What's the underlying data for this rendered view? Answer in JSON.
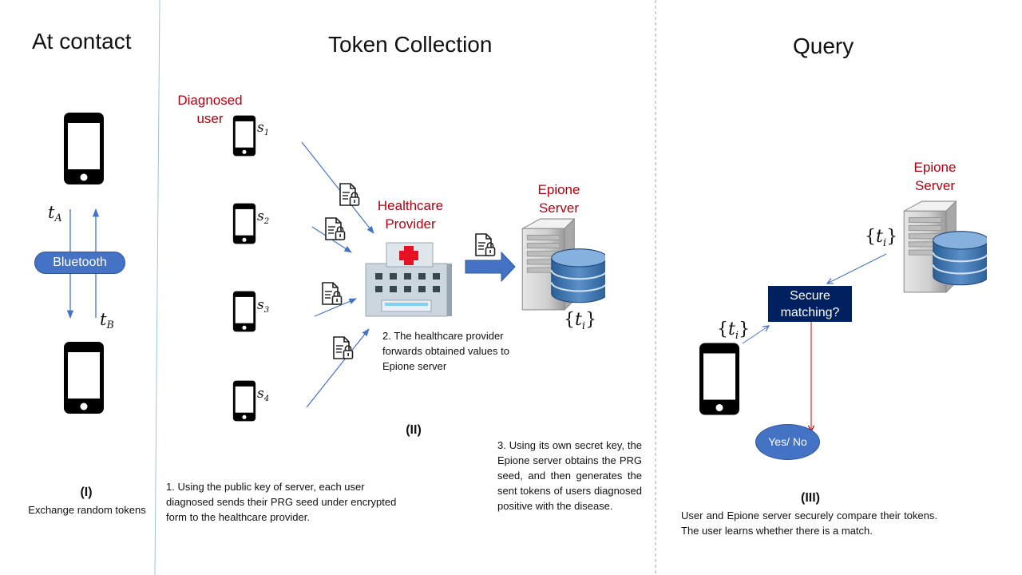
{
  "sections": {
    "contact": {
      "title": "At contact",
      "bluetooth": "Bluetooth",
      "token_a": {
        "base": "t",
        "sub": "A"
      },
      "token_b": {
        "base": "t",
        "sub": "B"
      },
      "id": "(I)",
      "caption": "Exchange random tokens"
    },
    "collection": {
      "title": "Token Collection",
      "diagnosed_label": "Diagnosed user",
      "seeds": [
        {
          "base": "s",
          "sub": "1"
        },
        {
          "base": "s",
          "sub": "2"
        },
        {
          "base": "s",
          "sub": "3"
        },
        {
          "base": "s",
          "sub": "4"
        }
      ],
      "healthcare_label": "Healthcare Provider",
      "epione_label": "Epione Server",
      "tokens_set": {
        "open": "{",
        "base": "t",
        "sub": "i",
        "close": "}"
      },
      "step2": "2. The healthcare provider forwards obtained values to Epione server",
      "id": "(II)",
      "step1": "1. Using the public key of server, each user diagnosed sends their PRG seed under encrypted form to the healthcare provider.",
      "step3": "3. Using its own secret key, the Epione server obtains the PRG seed, and then generates the sent tokens of users diagnosed positive with the disease."
    },
    "query": {
      "title": "Query",
      "epione_label": "Epione Server",
      "tokens_set": {
        "open": "{",
        "base": "t",
        "sub": "i",
        "close": "}"
      },
      "matching_label": "Secure matching?",
      "result_label": "Yes/ No",
      "id": "(III)",
      "caption": "User and Epione server securely compare their tokens. The user learns whether there is a match."
    }
  },
  "colors": {
    "title_red": "#b3000f",
    "bluetooth_fill": "#4472c4",
    "matching_fill": "#002060",
    "arrow_blue": "#4472c4",
    "arrow_red": "#c00000"
  },
  "icons": {
    "phone": "phone-icon",
    "locked_document": "locked-document-icon",
    "hospital": "hospital-icon",
    "server": "server-icon",
    "database": "database-icon"
  }
}
